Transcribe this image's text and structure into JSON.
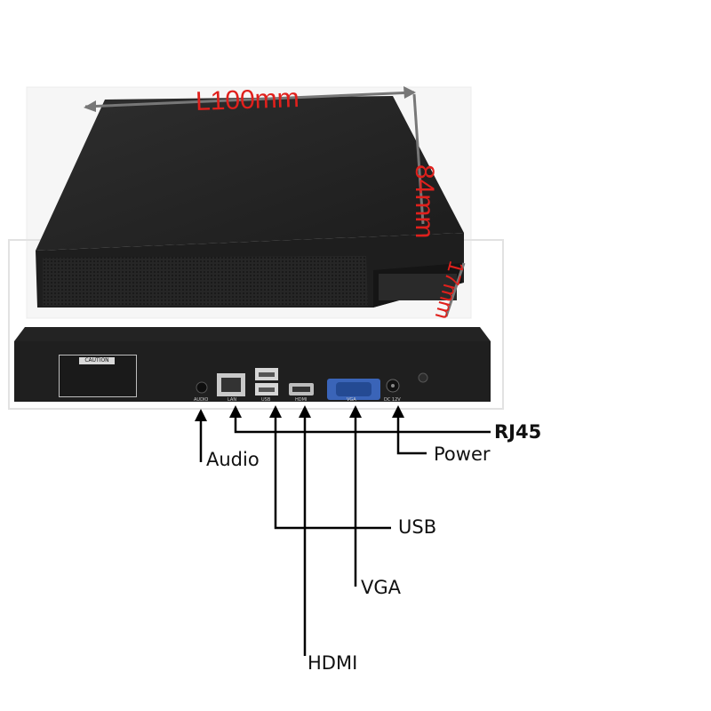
{
  "dimensions": {
    "length": "L100mm",
    "width": "84mm",
    "height": "17mm"
  },
  "front_panel": {
    "caution_title": "CAUTION",
    "port_silkscreen": [
      "AUDIO",
      "LAN",
      "USB",
      "HDMI",
      "VGA",
      "DC 12V"
    ]
  },
  "ports": {
    "audio": "Audio",
    "rj45": "RJ45",
    "power": "Power",
    "usb": "USB",
    "vga": "VGA",
    "hdmi": "HDMI"
  },
  "colors": {
    "dimension_text": "#e0201c",
    "device_body": "#222222",
    "callout_line": "#000000"
  }
}
